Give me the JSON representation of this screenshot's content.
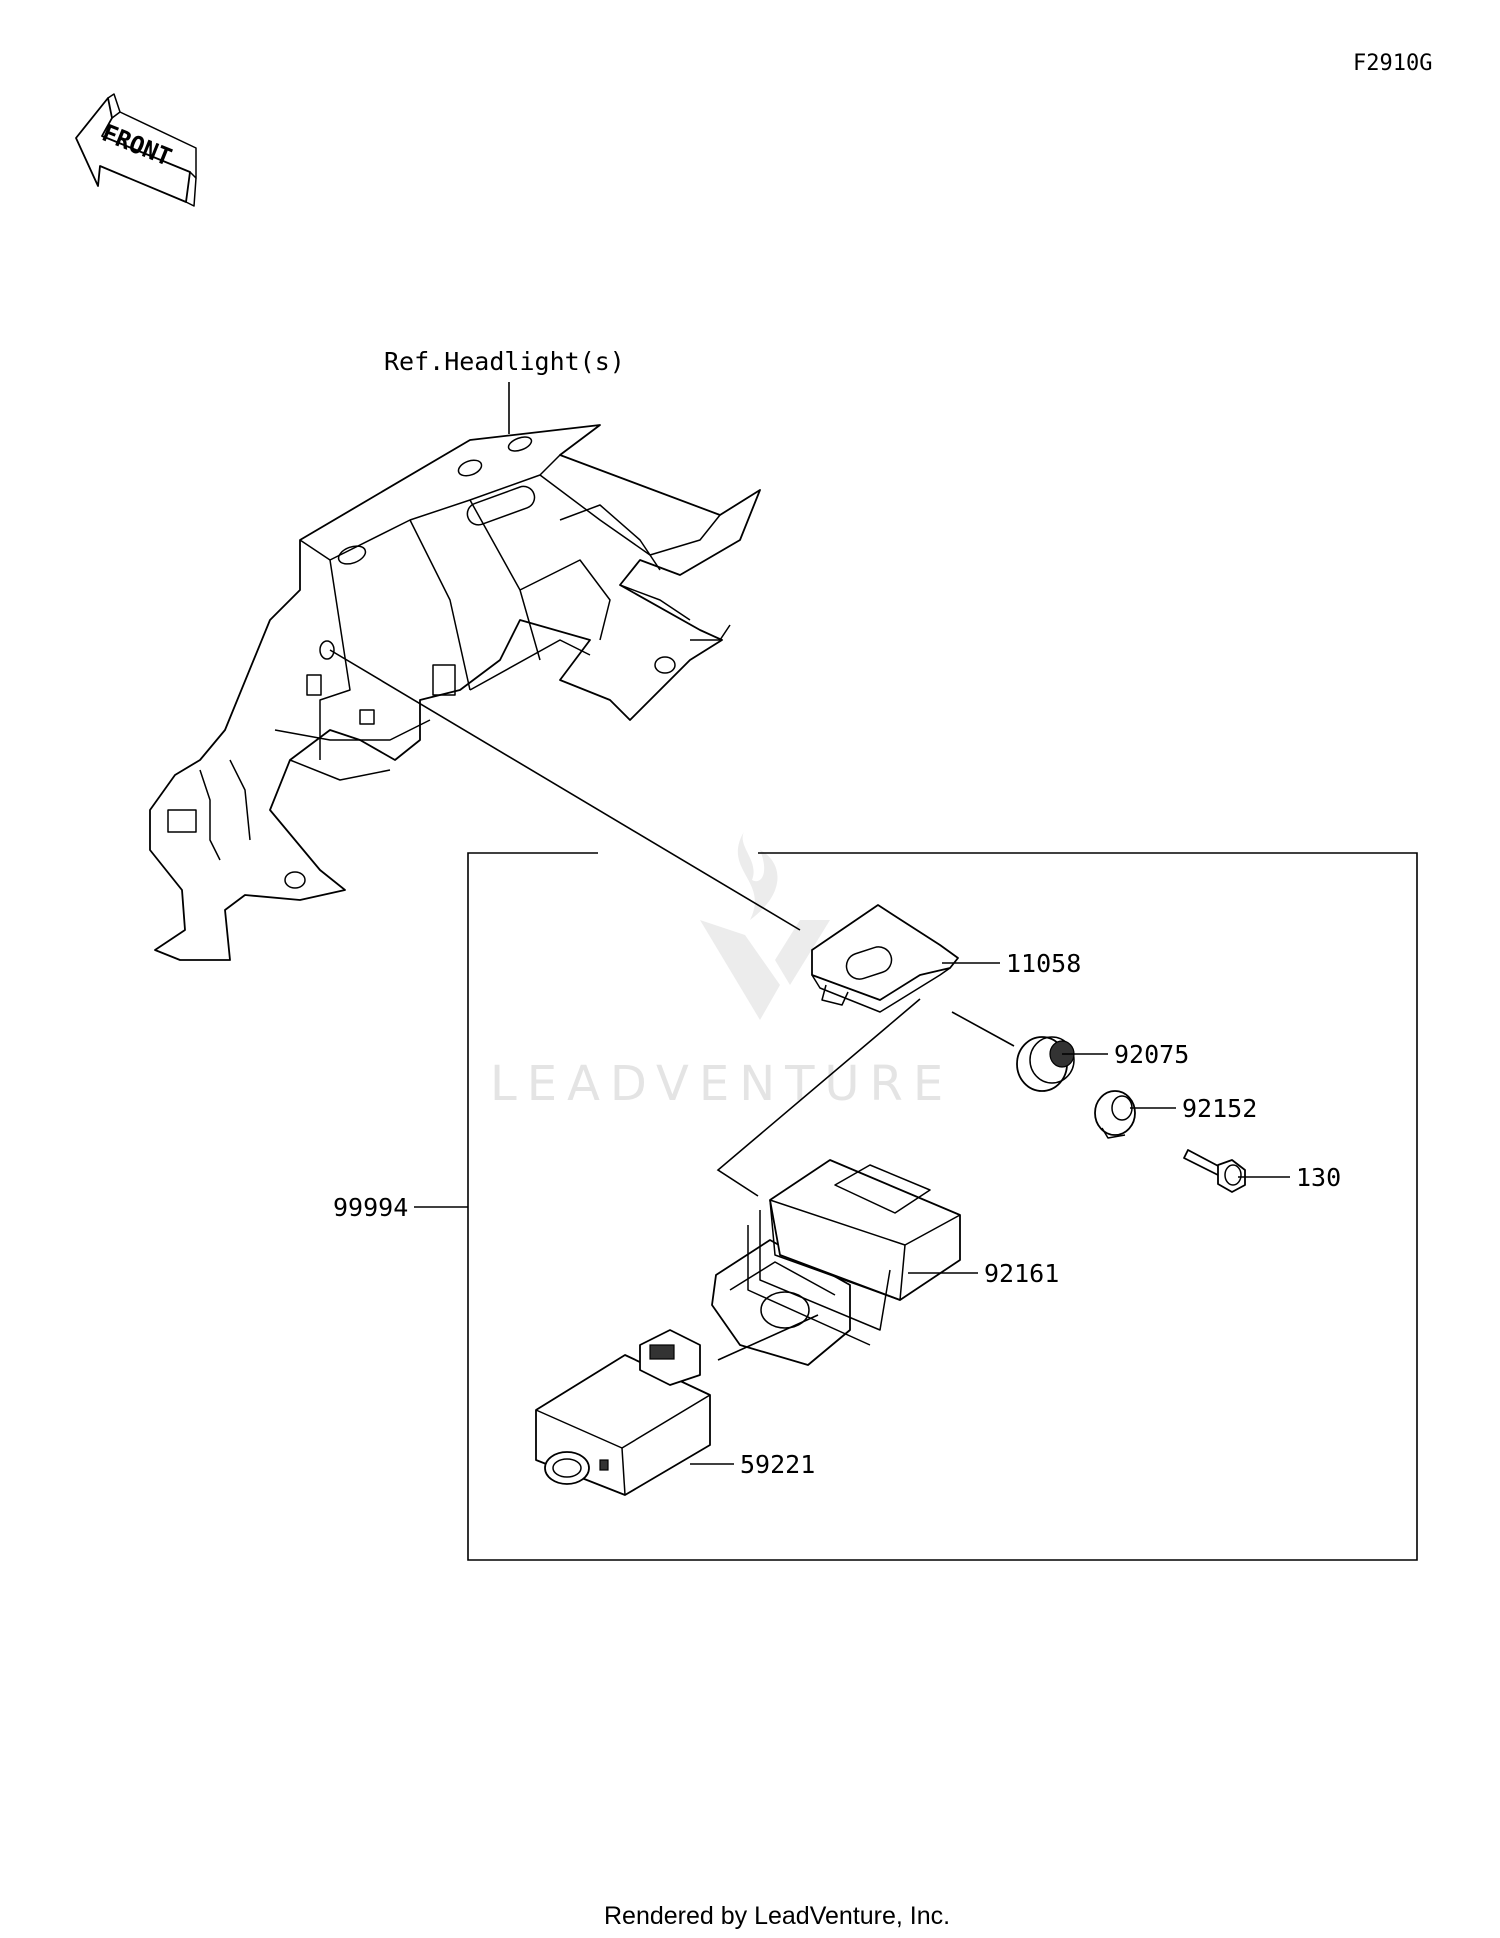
{
  "figure_code": "F2910G",
  "front_arrow_label": "FRONT",
  "reference_label": "Ref.Headlight(s)",
  "watermark_text": "LEADVENTURE",
  "footer_text": "Rendered by LeadVenture, Inc.",
  "parts": [
    {
      "number": "11058"
    },
    {
      "number": "92075"
    },
    {
      "number": "92152"
    },
    {
      "number": "130"
    },
    {
      "number": "92161"
    },
    {
      "number": "59221"
    },
    {
      "number": "99994"
    }
  ]
}
